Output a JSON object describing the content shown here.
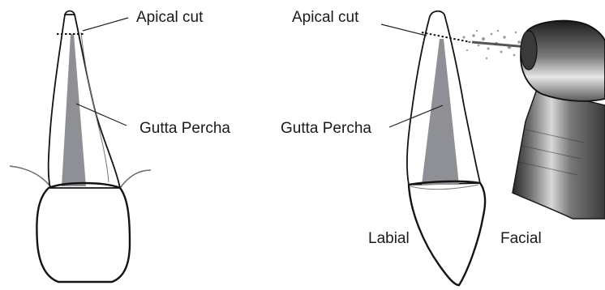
{
  "labels": {
    "front_apical_cut": "Apical cut",
    "front_gutta_percha": "Gutta Percha",
    "side_apical_cut": "Apical cut",
    "side_gutta_percha": "Gutta Percha",
    "labial": "Labial",
    "facial": "Facial"
  },
  "colors": {
    "tooth_fill": "#f4f4f4",
    "gutta_percha": "#8f8f96",
    "outline": "#141414",
    "handpiece_dark": "#2b2b2b"
  },
  "icons": {
    "tooth_front": "incisor-front-view-icon",
    "tooth_side": "incisor-lateral-view-icon",
    "drill": "dental-handpiece-icon"
  }
}
